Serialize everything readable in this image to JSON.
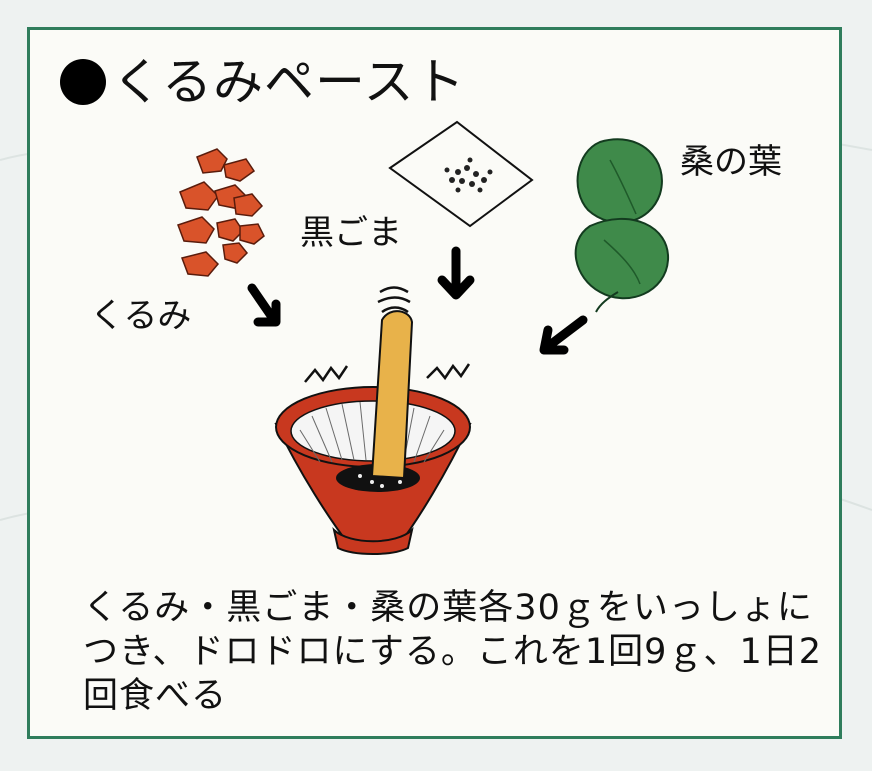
{
  "title": "くるみペースト",
  "ingredients": {
    "walnut": "くるみ",
    "black_sesame": "黒ごま",
    "mulberry_leaf": "桑の葉"
  },
  "description": "くるみ・黒ごま・桑の葉各30ｇをいっしょにつき、ドロドロにする。これを1回9ｇ、1日2回食べる",
  "colors": {
    "frame": "#2f7d5c",
    "bowl": "#c8381f",
    "pestle": "#e8b24a",
    "walnut": "#d9532a",
    "leaf": "#3f8a4a"
  }
}
